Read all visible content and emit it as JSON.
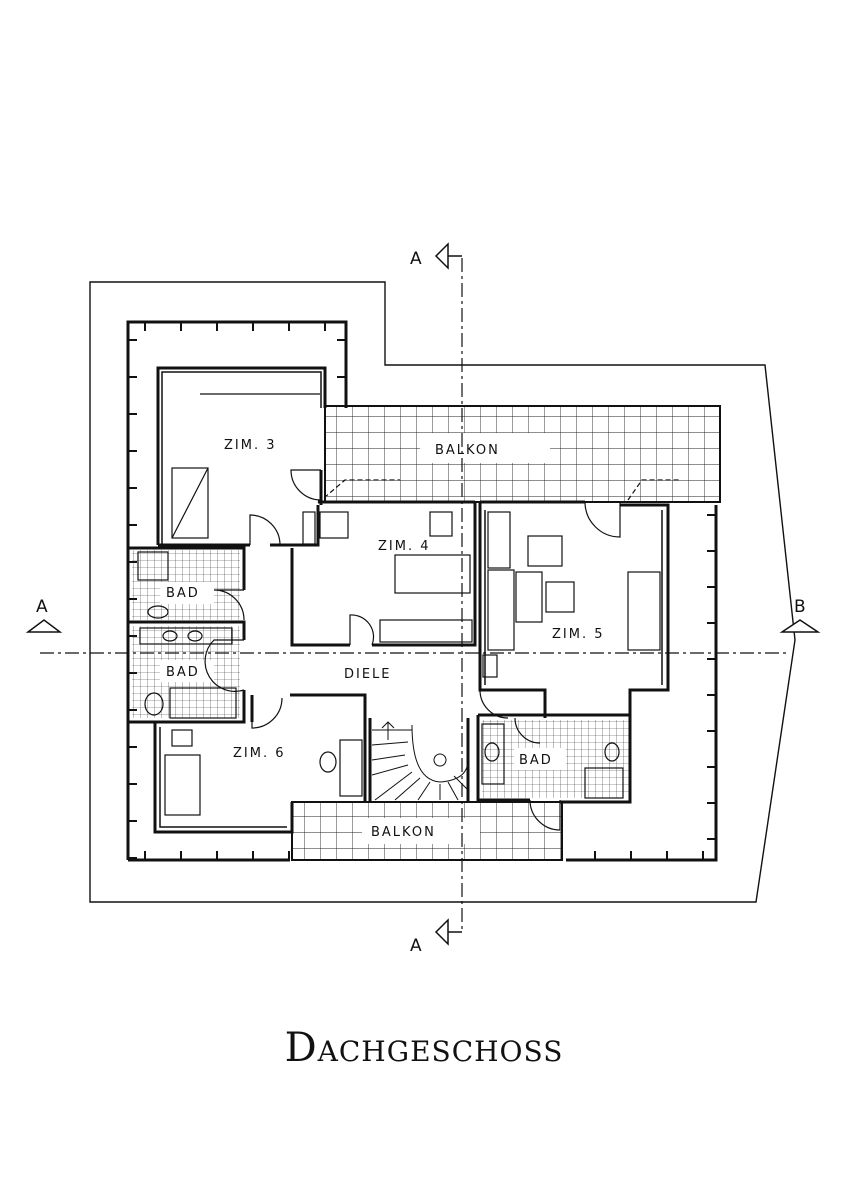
{
  "page": {
    "title": "Dachgeschoss"
  },
  "rooms": {
    "zim3": "ZIM. 3",
    "zim4": "ZIM. 4",
    "zim5": "ZIM. 5",
    "zim6": "ZIM. 6",
    "diele": "DIELE",
    "bad1": "BAD",
    "bad2": "BAD",
    "bad3": "BAD",
    "balkon_top": "BALKON",
    "balkon_bottom": "BALKON"
  },
  "section_marks": {
    "a_left": "A",
    "a_top": "A",
    "a_bottom": "A",
    "b_right": "B"
  }
}
